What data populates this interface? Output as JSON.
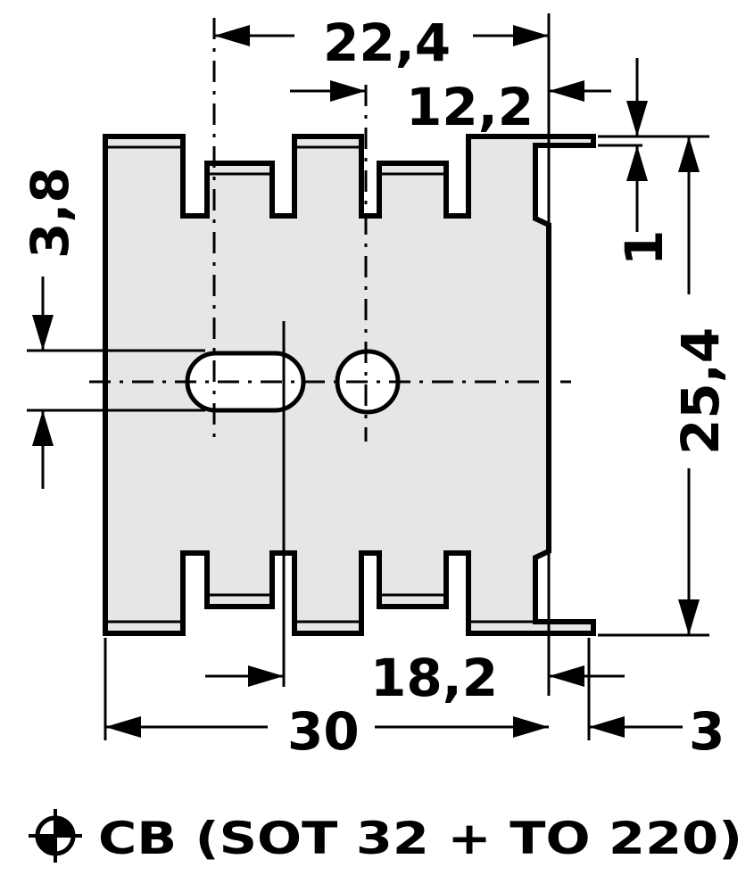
{
  "diagram": {
    "dimensions": {
      "top_width": "22,4",
      "hole_offset": "12,2",
      "fin_step": "1",
      "slot_height": "3,8",
      "total_height": "25,4",
      "inner_width": "18,2",
      "total_width": "30",
      "base_offset": "3"
    },
    "caption": "CB (SOT 32 + TO 220)"
  }
}
